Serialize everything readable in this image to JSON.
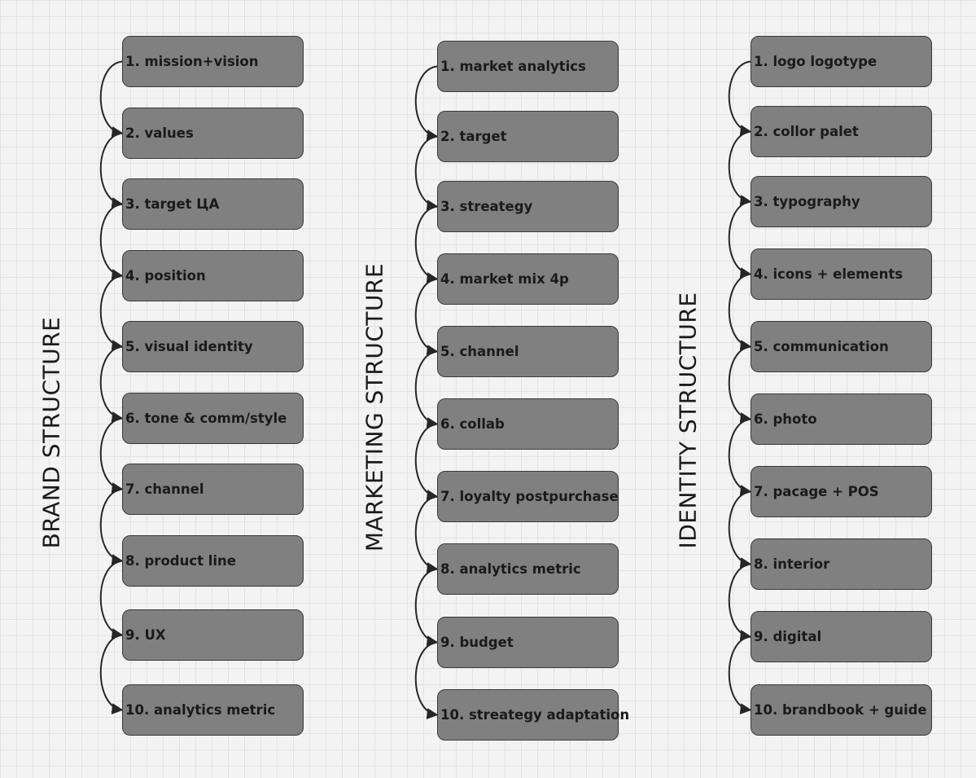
{
  "columns": [
    {
      "title": "BRAND STRUCTURE",
      "items": [
        "1. mission+vision",
        "2. values",
        "3. target ЦА",
        "4. position",
        "5. visual identity",
        "6. tone & comm/style",
        "7. channel",
        "8. product line",
        "9. UX",
        "10. analytics metric"
      ]
    },
    {
      "title": "MARKETING STRUCTURE",
      "items": [
        "1. market analytics",
        "2. target",
        "3. streategy",
        "4. market mix 4p",
        "5. channel",
        "6. collab",
        "7. loyalty postpurchase",
        "8. analytics metric",
        "9. budget",
        "10. streategy adaptation"
      ]
    },
    {
      "title": "IDENTITY STRUCTURE",
      "items": [
        "1. logo logotype",
        "2. collor palet",
        "3. typography",
        "4. icons + elements",
        "5. communication",
        "6. photo",
        "7. pacage + POS",
        "8. interior",
        "9. digital",
        "10. brandbook + guide"
      ]
    }
  ]
}
